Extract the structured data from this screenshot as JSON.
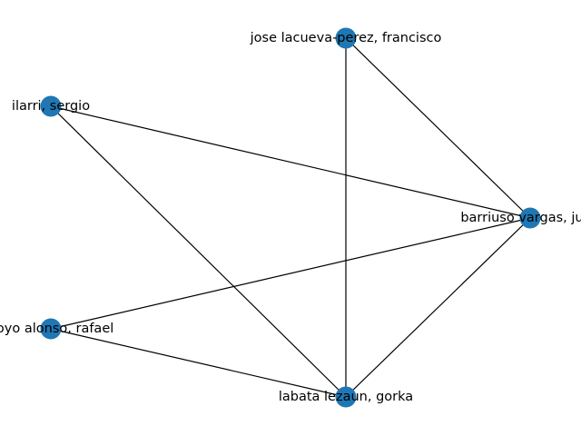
{
  "graph": {
    "node_color": "#1f77b4",
    "edge_color": "#000000",
    "nodes": [
      {
        "id": "jose",
        "label": "jose lacueva-perez, francisco"
      },
      {
        "id": "ilarri",
        "label": "ilarri, sergio"
      },
      {
        "id": "barriuso",
        "label": "barriuso vargas, juan"
      },
      {
        "id": "hoyo",
        "label": "hoyo alonso, rafael"
      },
      {
        "id": "labata",
        "label": "labata lezaun, gorka"
      }
    ],
    "edges": [
      [
        "jose",
        "labata"
      ],
      [
        "jose",
        "barriuso"
      ],
      [
        "ilarri",
        "barriuso"
      ],
      [
        "ilarri",
        "labata"
      ],
      [
        "barriuso",
        "hoyo"
      ],
      [
        "barriuso",
        "labata"
      ],
      [
        "hoyo",
        "labata"
      ]
    ]
  }
}
